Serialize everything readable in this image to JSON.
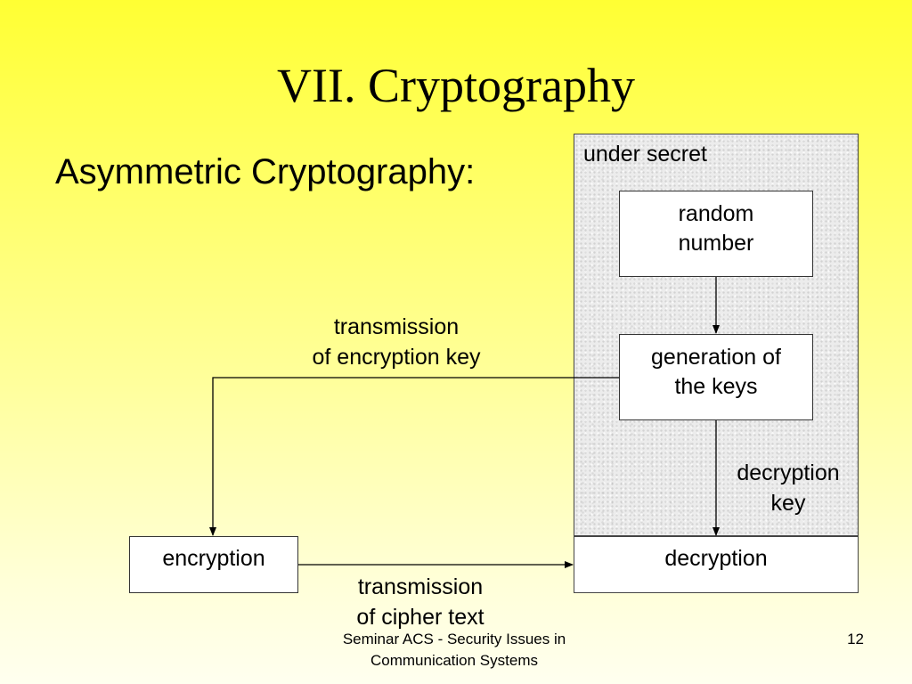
{
  "slide": {
    "title": "VII. Cryptography",
    "subtitle": "Asymmetric Cryptography:"
  },
  "diagram": {
    "secret_region_label": "under secret",
    "nodes": {
      "random_number": {
        "line1": "random",
        "line2": "number"
      },
      "generation_of_keys": {
        "line1": "generation of",
        "line2": "the keys"
      },
      "decryption": {
        "label": "decryption"
      },
      "encryption": {
        "label": "encryption"
      }
    },
    "edges": {
      "encryption_key": {
        "line1": "transmission",
        "line2": "of encryption key"
      },
      "decryption_key": {
        "line1": "decryption",
        "line2": "key"
      },
      "cipher_text": {
        "line1": "transmission",
        "line2": "of cipher text"
      }
    }
  },
  "footer": {
    "line1": "Seminar ACS - Security Issues in",
    "line2": "Communication Systems",
    "page_number": "12"
  }
}
